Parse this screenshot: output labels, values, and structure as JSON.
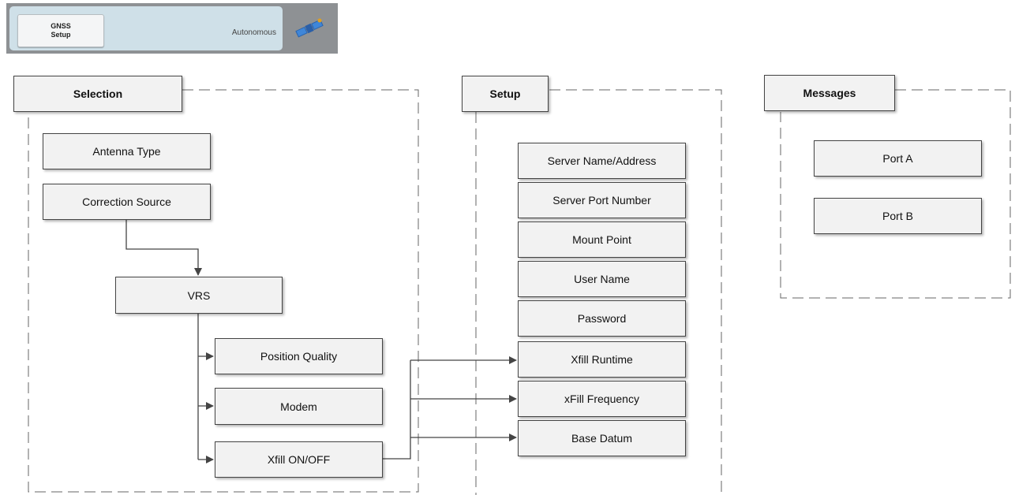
{
  "toolbar": {
    "setup_button": [
      "GNSS",
      "Setup"
    ],
    "status": "Autonomous",
    "satellite_icon": "satellite-icon"
  },
  "diagram": {
    "selection": {
      "title": "Selection",
      "antenna_type": "Antenna Type",
      "correction_source": "Correction Source",
      "vrs": "VRS",
      "position_quality": "Position Quality",
      "modem": "Modem",
      "xfill_onoff": "Xfill ON/OFF"
    },
    "setup": {
      "title": "Setup",
      "items": [
        "Server Name/Address",
        "Server Port Number",
        "Mount Point",
        "User Name",
        "Password",
        "Xfill Runtime",
        "xFill Frequency",
        "Base Datum"
      ]
    },
    "messages": {
      "title": "Messages",
      "items": [
        "Port A",
        "Port B"
      ]
    }
  }
}
